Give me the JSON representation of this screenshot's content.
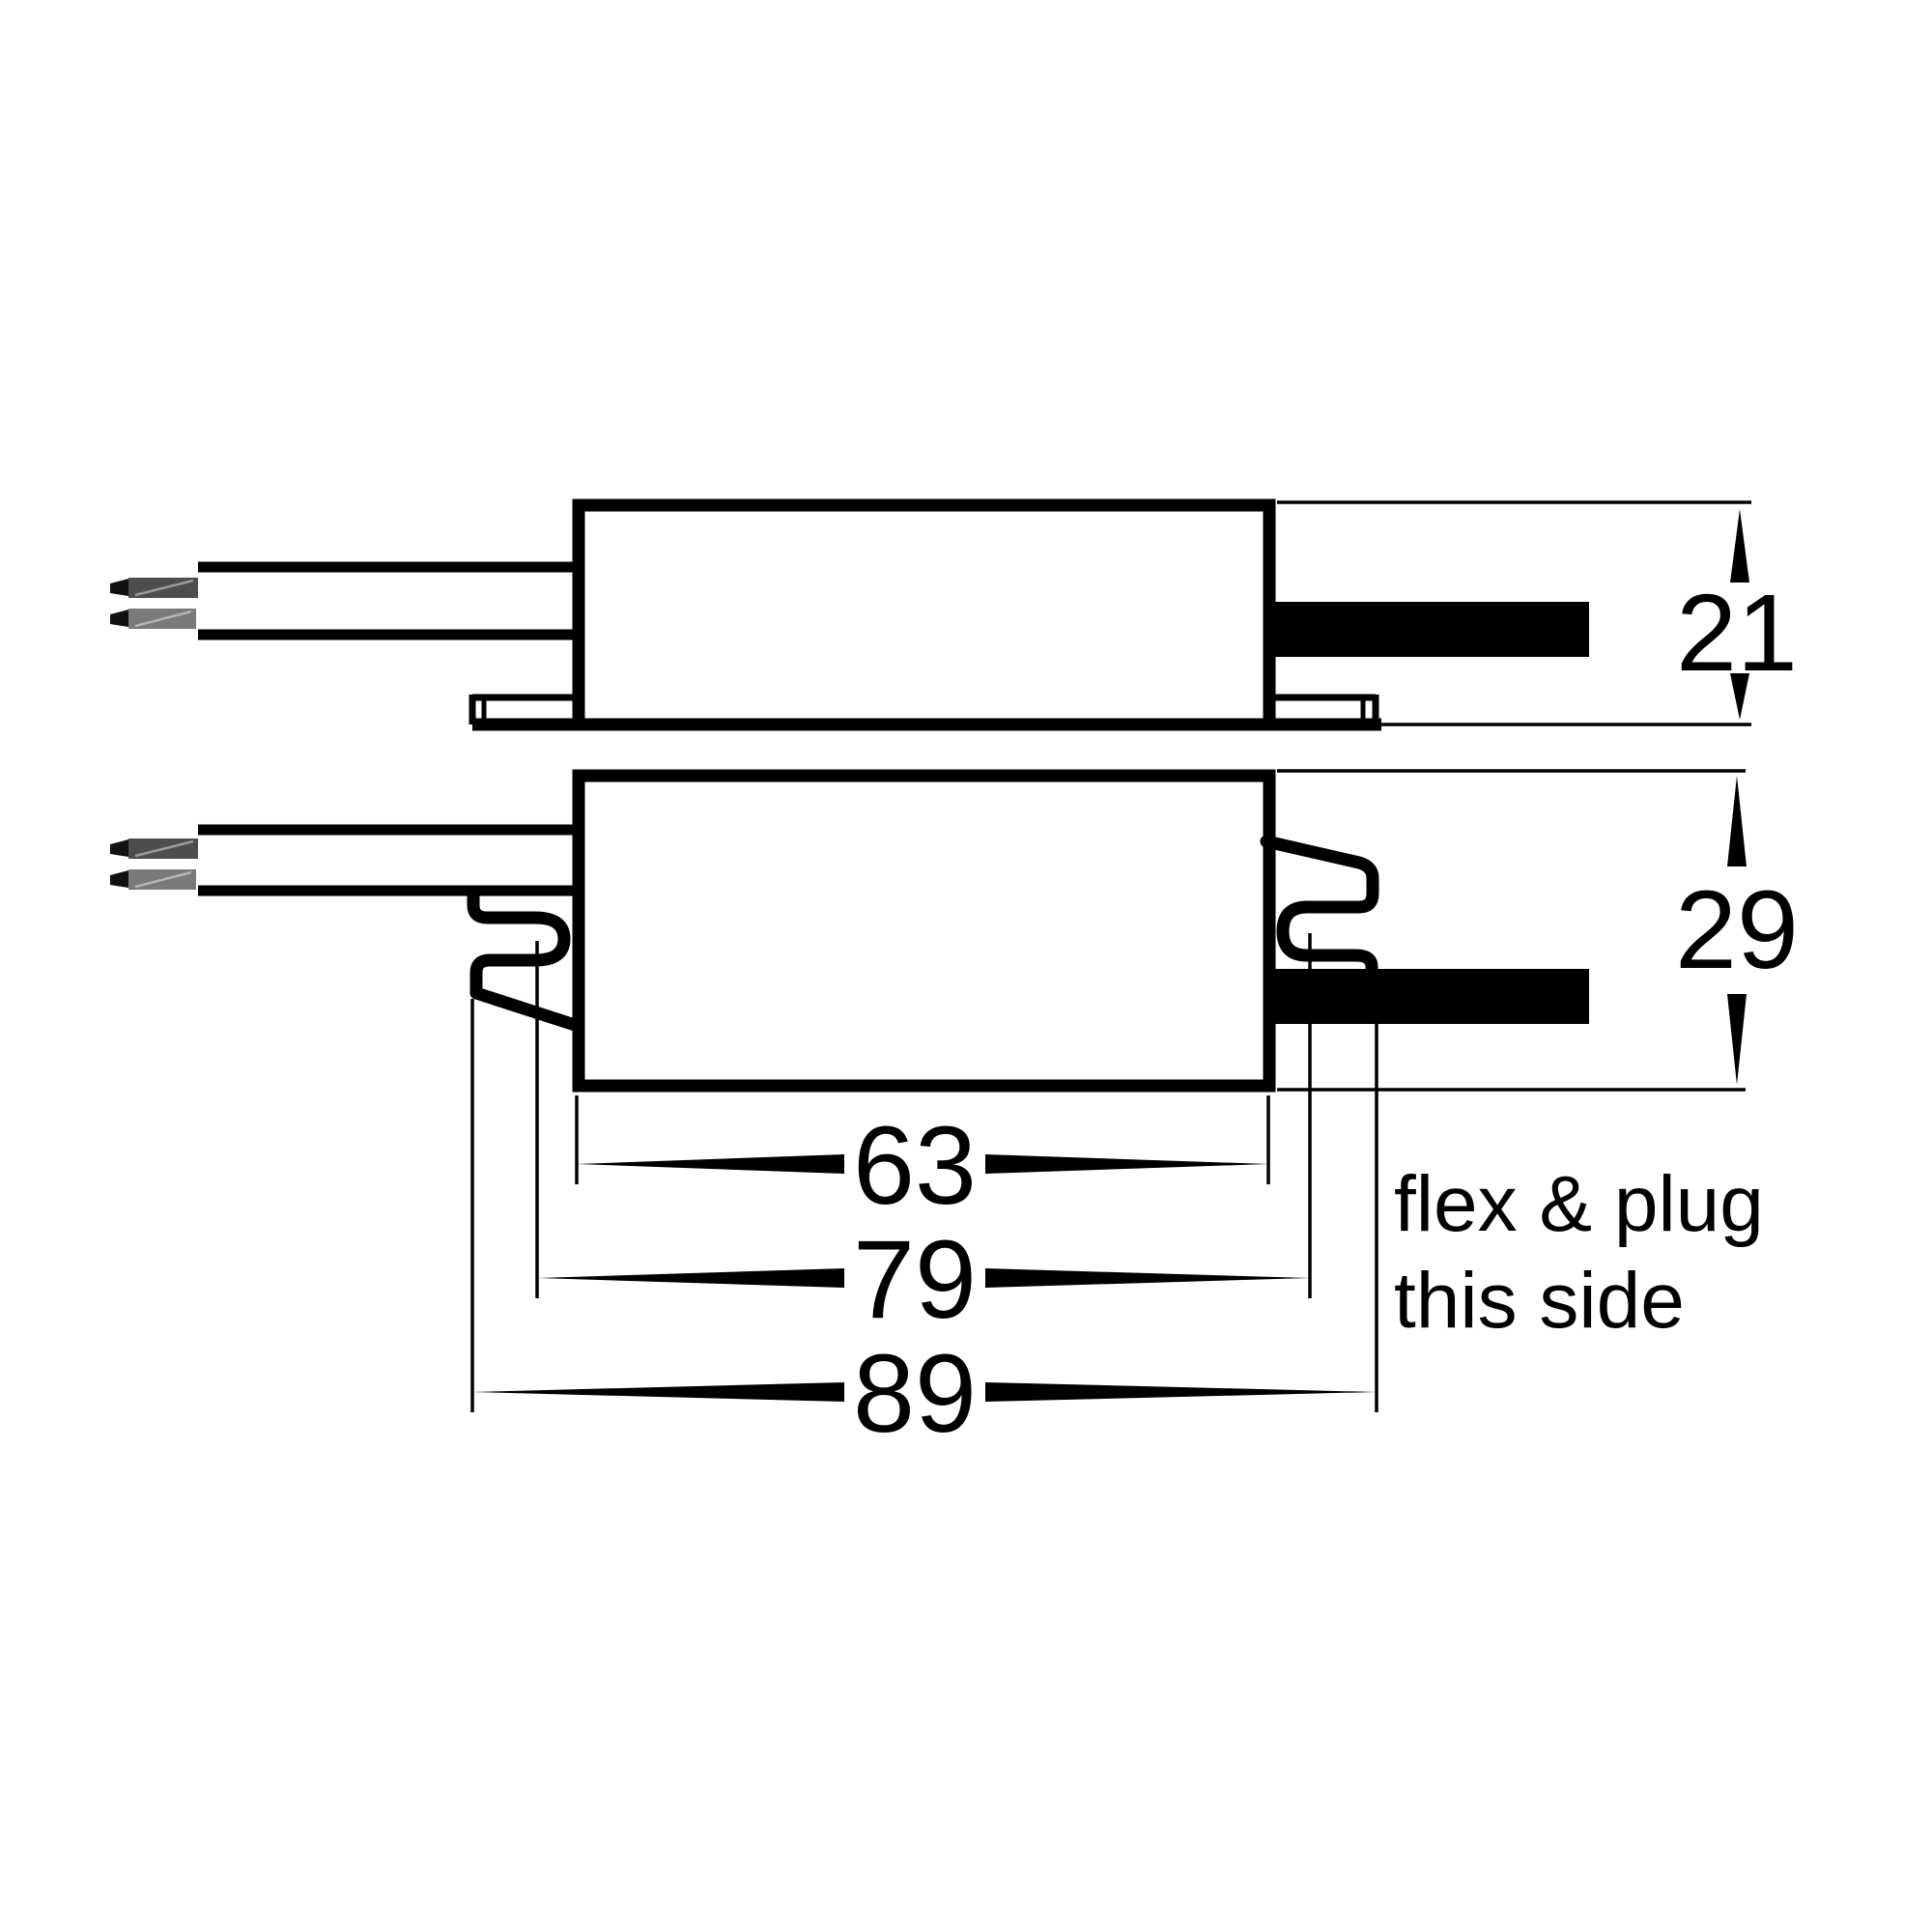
{
  "drawing": {
    "note": {
      "line1": "flex & plug",
      "line2": "this side"
    },
    "dimensions": {
      "view1_height": "21",
      "view2_height": "29",
      "body_length": "63",
      "slot_spacing": "79",
      "overall_length": "89"
    },
    "colors": {
      "line": "#000000",
      "background": "#ffffff",
      "flex_cable": "#000000",
      "input_cable_sheath": "#ffffff",
      "conductor_dark": "#4d4d4d",
      "conductor_light": "#7a7a7a",
      "conductor_highlight_dark": "#9a9a9a",
      "conductor_highlight_light": "#b5b5b5",
      "conductor_tip": "#111111"
    }
  }
}
